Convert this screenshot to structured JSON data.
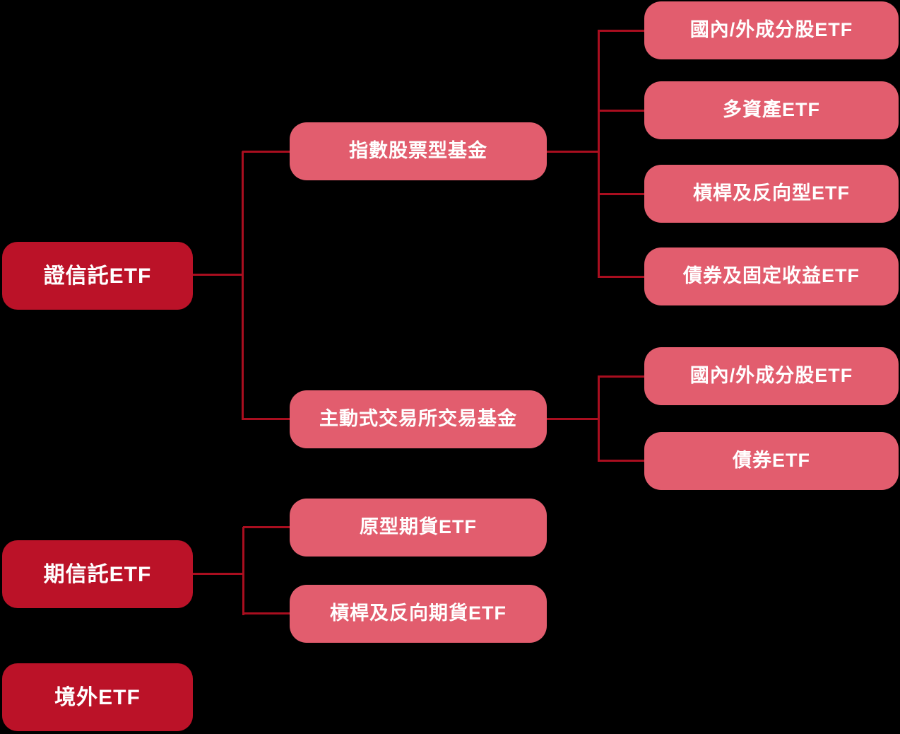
{
  "diagram": {
    "title": "ETF classification tree",
    "background_color": "#000000",
    "colors": {
      "level1_box": "#BB1228",
      "level2_box": "#E25D6E",
      "connector_line": "#A90E1F",
      "text": "#FFFFFF"
    },
    "level1": [
      {
        "id": "securities-trust-etf",
        "label": "證信託ETF"
      },
      {
        "id": "futures-trust-etf",
        "label": "期信託ETF"
      },
      {
        "id": "offshore-etf",
        "label": "境外ETF"
      }
    ],
    "level2": [
      {
        "id": "index-equity-fund",
        "label": "指數股票型基金",
        "parent": "securities-trust-etf"
      },
      {
        "id": "active-exchange-traded-fund",
        "label": "主動式交易所交易基金",
        "parent": "securities-trust-etf"
      },
      {
        "id": "plain-futures-etf",
        "label": "原型期貨ETF",
        "parent": "futures-trust-etf"
      },
      {
        "id": "leveraged-inverse-futures-etf",
        "label": "槓桿及反向期貨ETF",
        "parent": "futures-trust-etf"
      }
    ],
    "level3": [
      {
        "id": "domestic-foreign-component-stock-etf-1",
        "label": "國內/外成分股ETF",
        "parent": "index-equity-fund"
      },
      {
        "id": "multi-asset-etf",
        "label": "多資產ETF",
        "parent": "index-equity-fund"
      },
      {
        "id": "leveraged-inverse-etf",
        "label": "槓桿及反向型ETF",
        "parent": "index-equity-fund"
      },
      {
        "id": "bond-fixed-income-etf",
        "label": "債券及固定收益ETF",
        "parent": "index-equity-fund"
      },
      {
        "id": "domestic-foreign-component-stock-etf-2",
        "label": "國內/外成分股ETF",
        "parent": "active-exchange-traded-fund"
      },
      {
        "id": "bond-etf",
        "label": "債券ETF",
        "parent": "active-exchange-traded-fund"
      }
    ]
  }
}
